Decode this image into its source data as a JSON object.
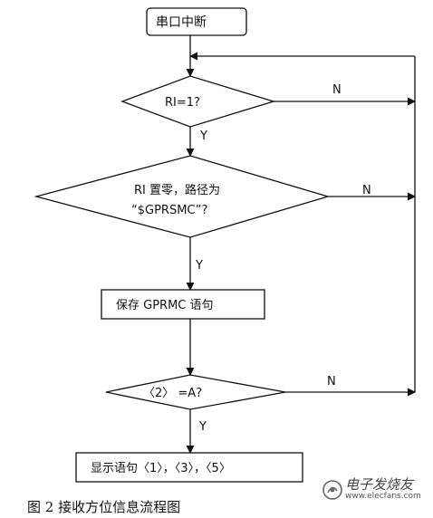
{
  "flowchart": {
    "nodes": {
      "start": "串口中断",
      "decision_ri": "RI=1?",
      "decision_path_line1": "RI 置零，路径为",
      "decision_path_line2": "“$GPRSMC”?",
      "process_save": "保存 GPRMC 语句",
      "decision_field2": "〈2〉 =A?",
      "process_display": "显示语句〈1〉，〈3〉，〈5〉"
    },
    "edge_labels": {
      "yes": "Y",
      "no": "N"
    }
  },
  "caption": "图 2  接收方位信息流程图",
  "watermark": {
    "brand": "电子发烧友",
    "url": "www.elecfans.com"
  }
}
